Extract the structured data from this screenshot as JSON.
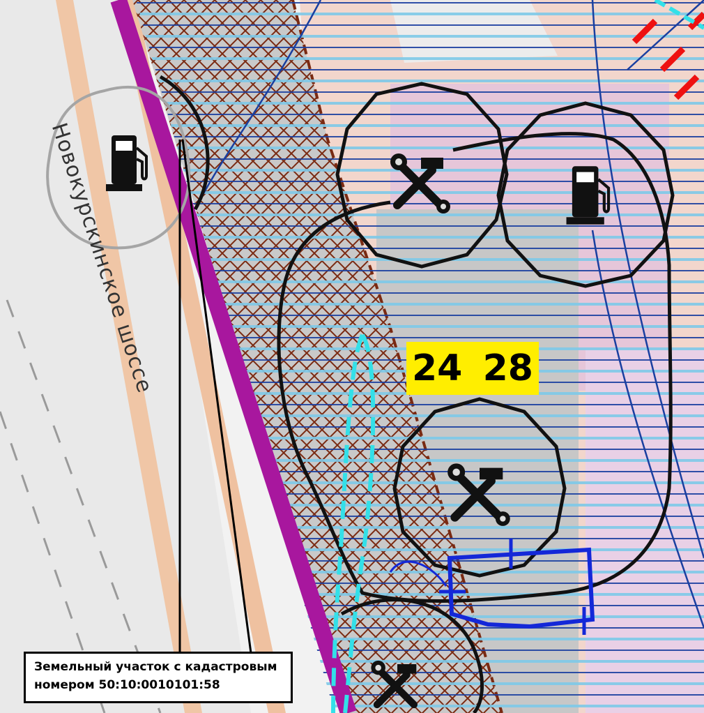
{
  "map": {
    "road_label": "Новокурскинское шоссе",
    "zone_codes": [
      "24",
      "28"
    ],
    "callout": {
      "line1": "Земельный участок с кадастровым",
      "line2": "номером 50:10:0010101:58"
    },
    "colors": {
      "boundary_magenta": "#a8179e",
      "hatch_brown": "#7a2a12",
      "zone_label_yellow": "#ffee00",
      "hatch_blue": "#1a3fa0",
      "hatch_cyan": "#7ec9e8",
      "dashed_cyan": "#33e0e8",
      "parcel_blue": "#1428d8",
      "protection_zone_black": "#111111"
    },
    "icons": [
      "fuel-station-icon",
      "service-station-icon"
    ]
  }
}
